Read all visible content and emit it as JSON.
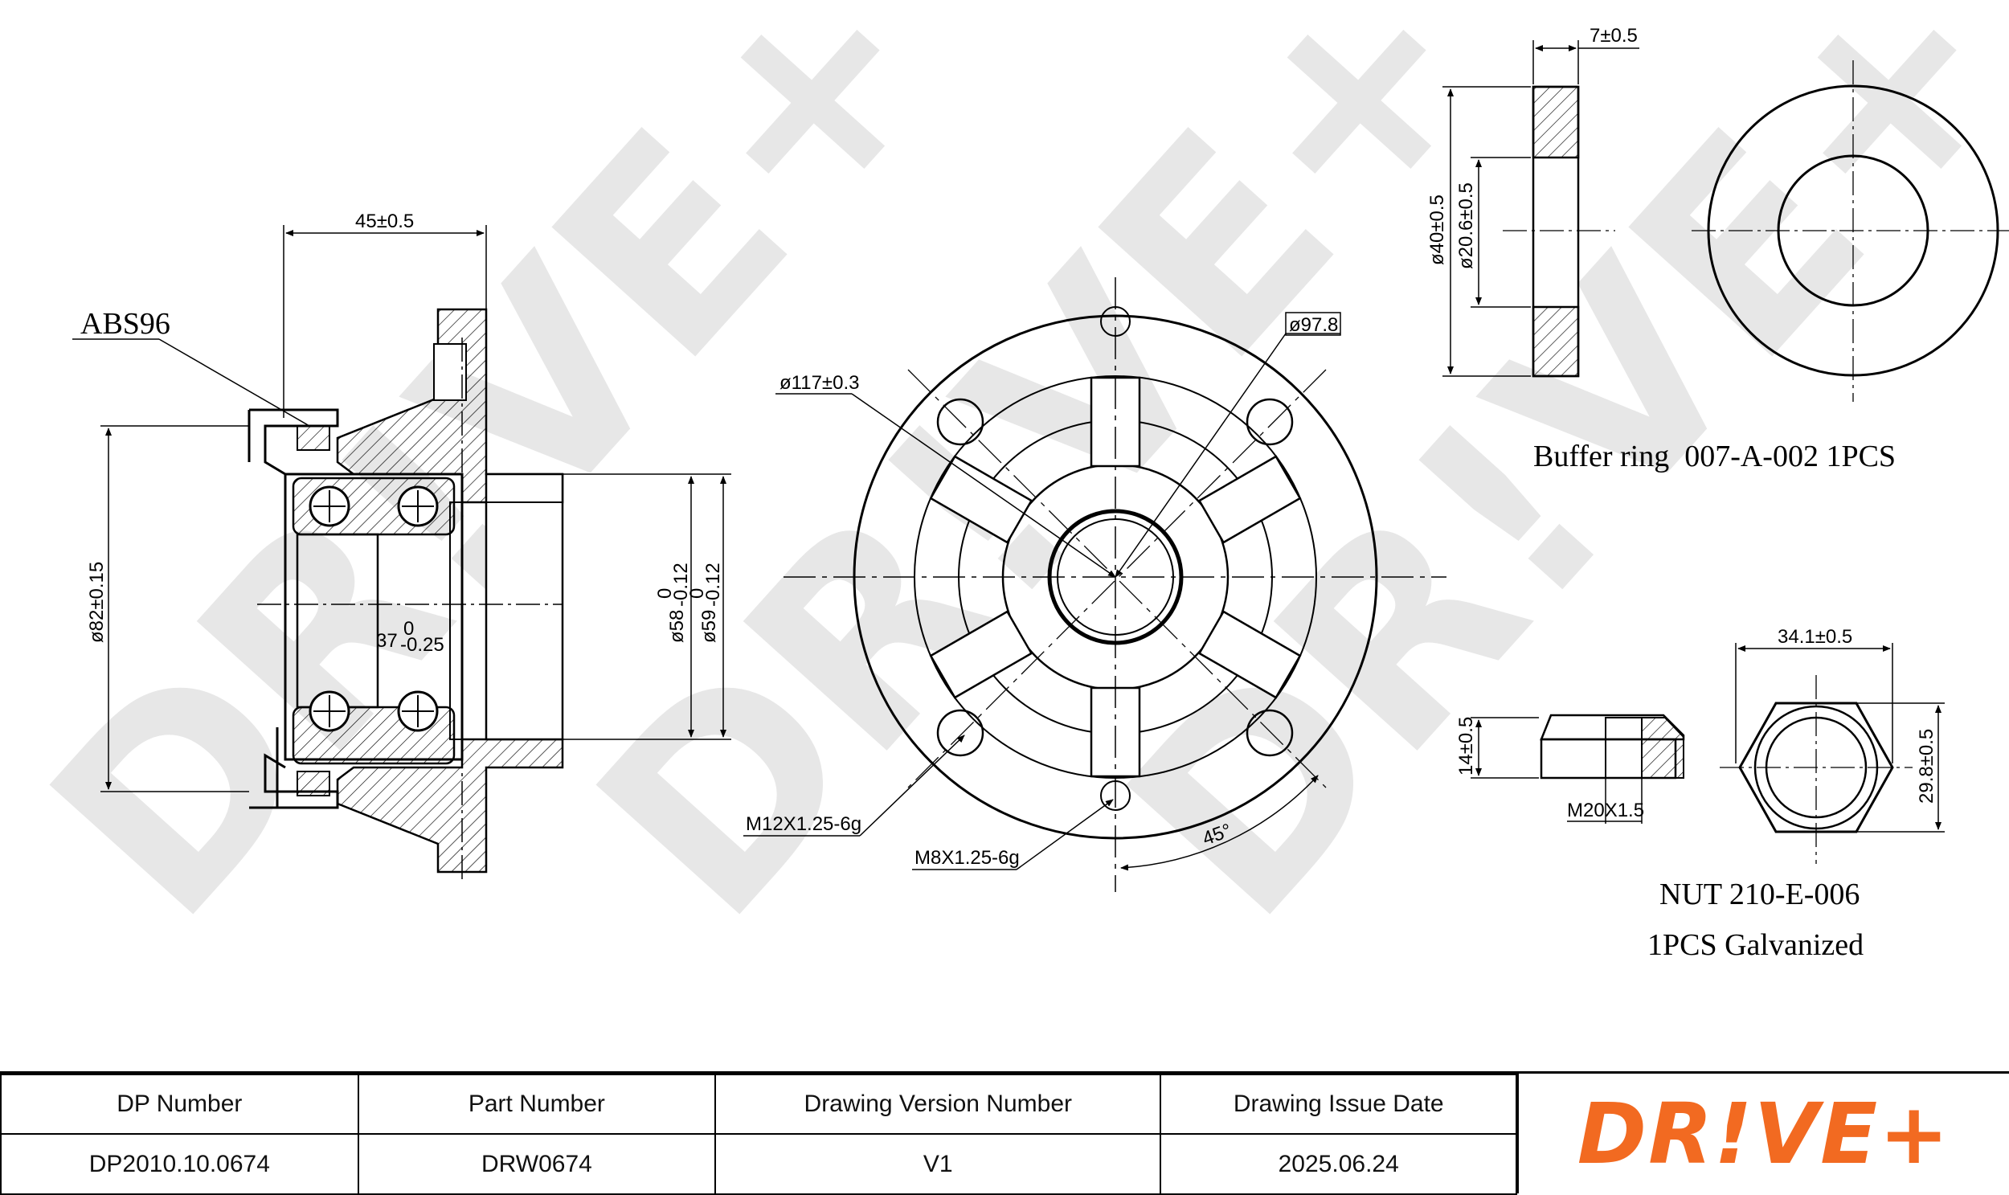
{
  "watermark": "DR!VE+",
  "hub": {
    "abs_label": "ABS96",
    "width_dim": "45±0.5",
    "dia82": "ø82±0.15",
    "inner37": "37",
    "inner37_tol_upper": "0",
    "inner37_tol_lower": "-0.25",
    "dia58": "ø58",
    "dia58_tol_upper": "0",
    "dia58_tol_lower": "-0.12",
    "dia59": "ø59",
    "dia59_tol_upper": "0",
    "dia59_tol_lower": "-0.12"
  },
  "flange": {
    "dia117": "ø117±0.3",
    "dia978": "ø97.8",
    "thread_m12": "M12X1.25-6g",
    "thread_m8": "M8X1.25-6g",
    "angle": "45°"
  },
  "buffer_ring": {
    "thickness": "7±0.5",
    "dia40": "ø40±0.5",
    "dia206": "ø20.6±0.5",
    "label": "Buffer ring  007-A-002 1PCS"
  },
  "nut": {
    "across_corners": "34.1±0.5",
    "height": "14±0.5",
    "thread": "M20X1.5",
    "across_flats": "29.8±0.5",
    "label_line1": "NUT 210-E-006",
    "label_line2": "1PCS Galvanized"
  },
  "title_block": {
    "headers": [
      "DP Number",
      "Part Number",
      "Drawing Version Number",
      "Drawing Issue Date"
    ],
    "values": [
      "DP2010.10.0674",
      "DRW0674",
      "V1",
      "2025.06.24"
    ],
    "logo": "DR!VE+",
    "logo_color": "#f26a21"
  }
}
